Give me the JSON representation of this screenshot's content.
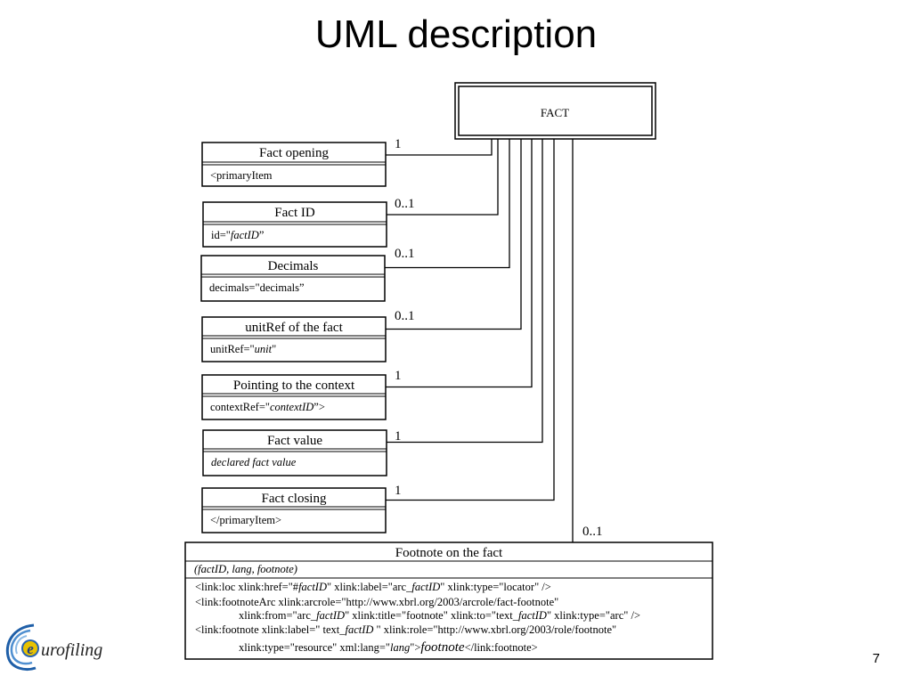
{
  "slide": {
    "title": "UML description",
    "page_number": "7"
  },
  "fact_class": {
    "name": "FACT"
  },
  "classes": [
    {
      "name": "Fact opening",
      "attribute": [
        {
          "t": "<primaryItem"
        }
      ],
      "multiplicity": "1"
    },
    {
      "name": "Fact ID",
      "attribute": [
        {
          "t": "id=\""
        },
        {
          "t": "factID",
          "i": true
        },
        {
          "t": "”"
        }
      ],
      "multiplicity": "0..1"
    },
    {
      "name": "Decimals",
      "attribute": [
        {
          "t": "decimals=\"decimals”"
        }
      ],
      "multiplicity": "0..1"
    },
    {
      "name": "unitRef of the fact",
      "attribute": [
        {
          "t": "unitRef=\""
        },
        {
          "t": "unit",
          "i": true
        },
        {
          "t": "\""
        }
      ],
      "multiplicity": "0..1"
    },
    {
      "name": "Pointing to the context",
      "attribute": [
        {
          "t": "contextRef=\""
        },
        {
          "t": "contextID",
          "i": true
        },
        {
          "t": "”>"
        }
      ],
      "multiplicity": "1"
    },
    {
      "name": "Fact value",
      "attribute": [
        {
          "t": "declared fact value",
          "i": true
        }
      ],
      "multiplicity": "1"
    },
    {
      "name": "Fact closing",
      "attribute": [
        {
          "t": "</primaryItem>"
        }
      ],
      "multiplicity": "1"
    }
  ],
  "footnote": {
    "name": "Footnote on the fact",
    "params": "(factID, lang, footnote)",
    "multiplicity": "0..1",
    "lines": [
      [
        {
          "t": "<link:loc xlink:href=\"#"
        },
        {
          "t": "factID",
          "i": true
        },
        {
          "t": "\" xlink:label=\"arc_"
        },
        {
          "t": "factID",
          "i": true
        },
        {
          "t": "\" xlink:type=\"locator\" />"
        }
      ],
      [
        {
          "t": "<link:footnoteArc xlink:arcrole=\"http://www.xbrl.org/2003/arcrole/fact-footnote\""
        }
      ],
      [
        {
          "t": "xlink:from=\"arc_"
        },
        {
          "t": "factID",
          "i": true
        },
        {
          "t": "\" xlink:title=\"footnote\" xlink:to=\"text_"
        },
        {
          "t": "factID",
          "i": true
        },
        {
          "t": "\" xlink:type=\"arc\" />"
        }
      ],
      [
        {
          "t": "<link:footnote xlink:label=\" text_"
        },
        {
          "t": "factID",
          "i": true
        },
        {
          "t": " \" xlink:role=\"http://www.xbrl.org/2003/role/footnote\""
        }
      ],
      [
        {
          "t": "xlink:type=\"resource\" xml:lang=\""
        },
        {
          "t": "lang",
          "i": true
        },
        {
          "t": "\">"
        },
        {
          "t": "footnote",
          "i": true,
          "big": true
        },
        {
          "t": "</link:footnote>"
        }
      ]
    ]
  },
  "logo": {
    "text": "urofiling",
    "letter": "e"
  }
}
